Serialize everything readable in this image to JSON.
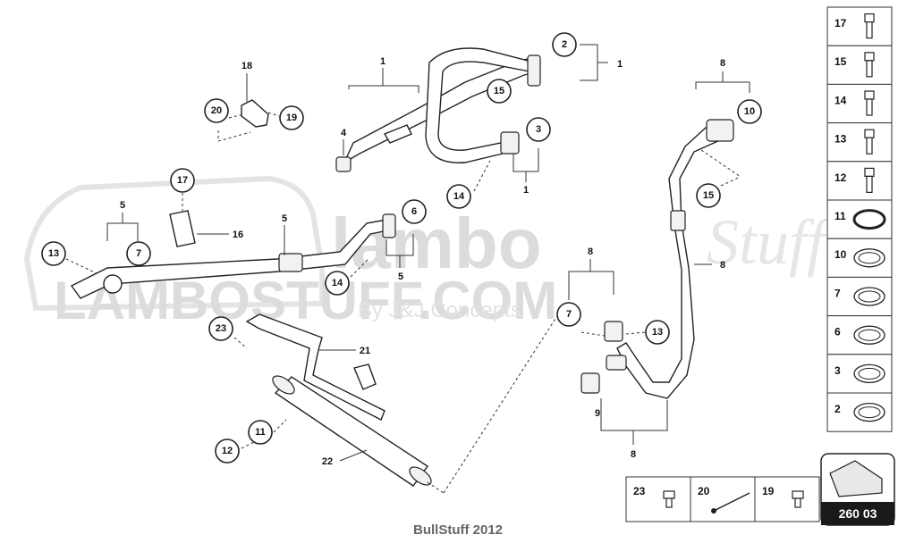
{
  "watermark": {
    "brand": "lambo",
    "script": "Stuff",
    "site": "LAMBOSTUFF.COM",
    "byline": "By J&J Concepts"
  },
  "callouts": {
    "c2": "2",
    "c3": "3",
    "c6": "6",
    "c7a": "7",
    "c7b": "7",
    "c10": "10",
    "c11": "11",
    "c12": "12",
    "c13a": "13",
    "c13b": "13",
    "c14a": "14",
    "c14b": "14",
    "c15a": "15",
    "c15b": "15",
    "c17": "17",
    "c19": "19",
    "c20": "20",
    "c23": "23"
  },
  "labels": {
    "l1a": "1",
    "l1b": "1",
    "l1c": "1",
    "l4": "4",
    "l5a": "5",
    "l5b": "5",
    "l5c": "5",
    "l8a": "8",
    "l8b": "8",
    "l8c": "8",
    "l8d": "8",
    "l9": "9",
    "l16": "16",
    "l18": "18",
    "l21": "21",
    "l22": "22"
  },
  "legend": {
    "column": [
      "17",
      "15",
      "14",
      "13",
      "12",
      "11",
      "10",
      "7",
      "6",
      "3",
      "2"
    ],
    "bottom": [
      "23",
      "20",
      "19"
    ]
  },
  "page_number": "260 03",
  "footer": "BullStuff 2012"
}
